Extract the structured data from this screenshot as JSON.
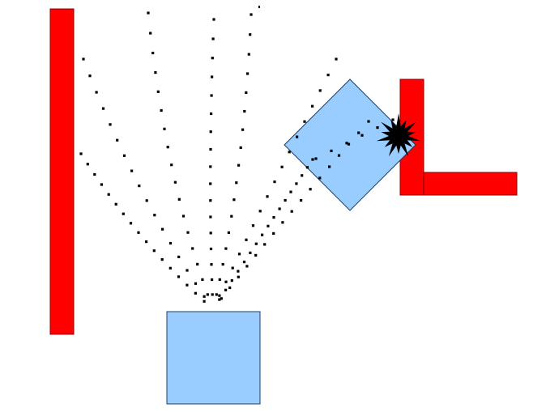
{
  "colors": {
    "background": "#ffffff",
    "wall_fill": "#ff0000",
    "wall_stroke": "#8b0000",
    "box_fill": "#99ccff",
    "box_stroke": "#1f3f5f",
    "ray_dot": "#000000",
    "impact_fill": "#000000"
  },
  "elements": {
    "source_block": {
      "icon": "square-block"
    },
    "reflector_block": {
      "icon": "tilted-square-block"
    },
    "left_wall": {
      "icon": "wall-bar"
    },
    "l_wall": {
      "icon": "l-shaped-wall"
    },
    "impact": {
      "icon": "explosion-burst-icon"
    },
    "rays": {
      "icon": "dotted-ray-lines",
      "count": 9
    }
  }
}
